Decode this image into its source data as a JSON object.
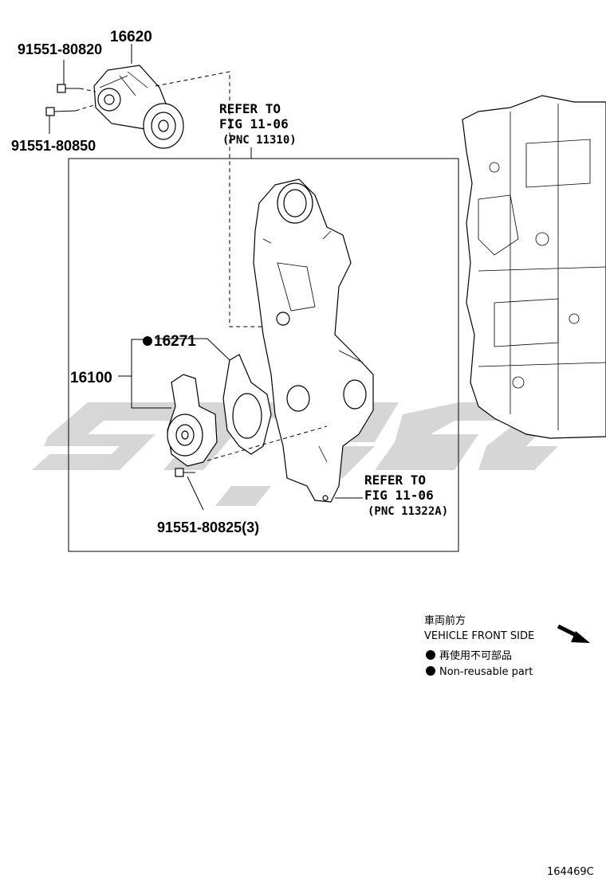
{
  "labels": {
    "p16620": "16620",
    "p91551_80820": "91551-80820",
    "p91551_80850": "91551-80850",
    "p16271": "16271",
    "p16100": "16100",
    "p91551_80825": "91551-80825(3)"
  },
  "refs": {
    "top": {
      "line1": "REFER TO",
      "line2": "FIG 11-06",
      "line3": "(PNC 11310)"
    },
    "bottom": {
      "line1": "REFER TO",
      "line2": "FIG 11-06",
      "line3": "(PNC 11322A)"
    }
  },
  "legend": {
    "front_jp": "車両前方",
    "front_en": "VEHICLE FRONT SIDE",
    "reuse_jp": "再使用不可部品",
    "reuse_en": "Non-reusable part"
  },
  "figure_id": "164469C",
  "icons": [
    "arrow-icon",
    "bullet-icon",
    "watermark-logo"
  ],
  "colors": {
    "ink": "#000000",
    "watermark": "#cfcfcf"
  }
}
